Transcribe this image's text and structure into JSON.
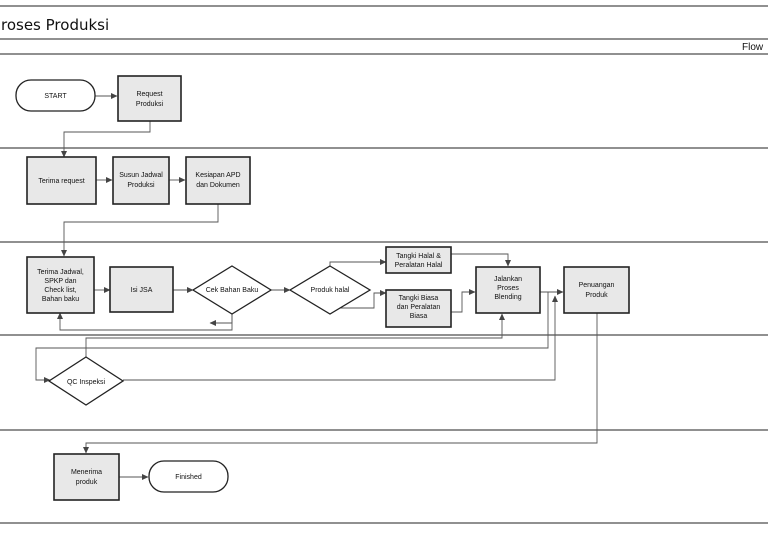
{
  "title": "roses Produksi",
  "flow_label": "Flow",
  "nodes": {
    "start": "START",
    "request": [
      "Request",
      "Produksi"
    ],
    "terima_request": "Terima request",
    "susun_jadwal": [
      "Susun Jadwal",
      "Produksi"
    ],
    "kesiapan_apd": [
      "Kesiapan APD",
      "dan Dokumen"
    ],
    "terima_jadwal": [
      "Terima Jadwal,",
      "SPKP dan",
      "Check list,",
      "Bahan baku"
    ],
    "isi_jsa": "Isi JSA",
    "cek_bahan_baku": "Cek Bahan Baku",
    "produk_halal": "Produk halal",
    "tangki_halal": [
      "Tangki Halal &",
      "Peralatan Halal"
    ],
    "tangki_biasa": [
      "Tangki Biasa",
      "dan Peralatan",
      "Biasa"
    ],
    "jalankan_proses": [
      "Jalankan",
      "Proses",
      "Blending"
    ],
    "penuangan_produk": [
      "Penuangan",
      "Produk"
    ],
    "qc_inspeksi": "QC Inspeksi",
    "menerima_produk": [
      "Menerima",
      "produk"
    ],
    "finished": "Finished"
  }
}
